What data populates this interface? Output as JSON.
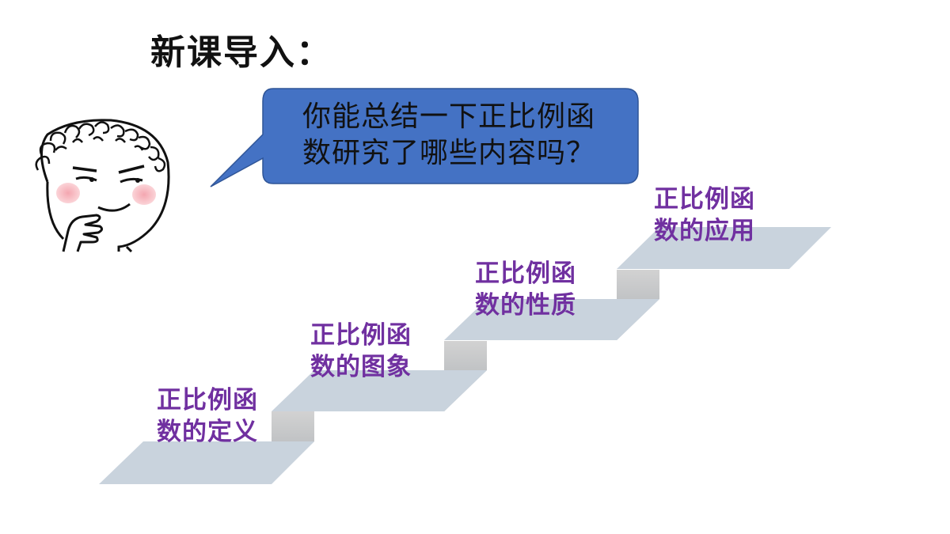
{
  "title": "新课导入：",
  "speech": {
    "line1": "你能总结一下正比例函",
    "line2": "数研究了哪些内容吗？"
  },
  "steps": [
    {
      "line1": "正比例函",
      "line2": "数的定义"
    },
    {
      "line1": "正比例函",
      "line2": "数的图象"
    },
    {
      "line1": "正比例函",
      "line2": "数的性质"
    },
    {
      "line1": "正比例函",
      "line2": "数的应用"
    }
  ],
  "colors": {
    "bubble": "#4472c4",
    "step_top": "#c9d3dd",
    "step_riser_top": "#c7c7c7",
    "step_riser_bottom": "#a8acb0",
    "label": "#7030a0"
  }
}
